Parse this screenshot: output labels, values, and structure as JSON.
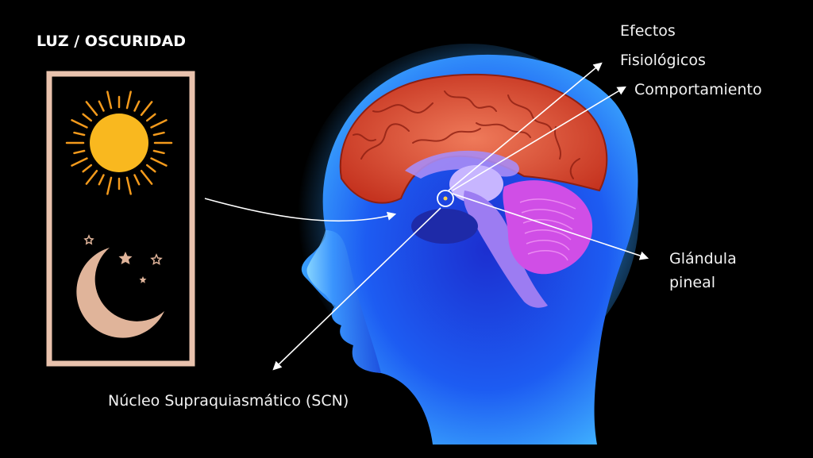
{
  "title": "LUZ / OSCURIDAD",
  "labels": {
    "effects_line1": "Efectos",
    "effects_line2": "Fisiológicos",
    "effects_line3": "Comportamiento",
    "pineal_line1": "Glándula",
    "pineal_line2": "pineal",
    "scn": "Núcleo Supraquiasmático (SCN)"
  },
  "colors": {
    "background": "#000000",
    "frame": "#e9c2ad",
    "sun": "#f9b81f",
    "sun_rays": "#f39a1c",
    "moon": "#e0b49a",
    "head": "#1d5cf2",
    "head_glow": "#2f9bff",
    "cerebrum": "#d9402b",
    "cerebellum": "#d04ee6",
    "brainstem": "#9c7cf2",
    "arrows": "#ffffff"
  },
  "icons": [
    "sun-icon",
    "moon-icon",
    "star-icon"
  ]
}
